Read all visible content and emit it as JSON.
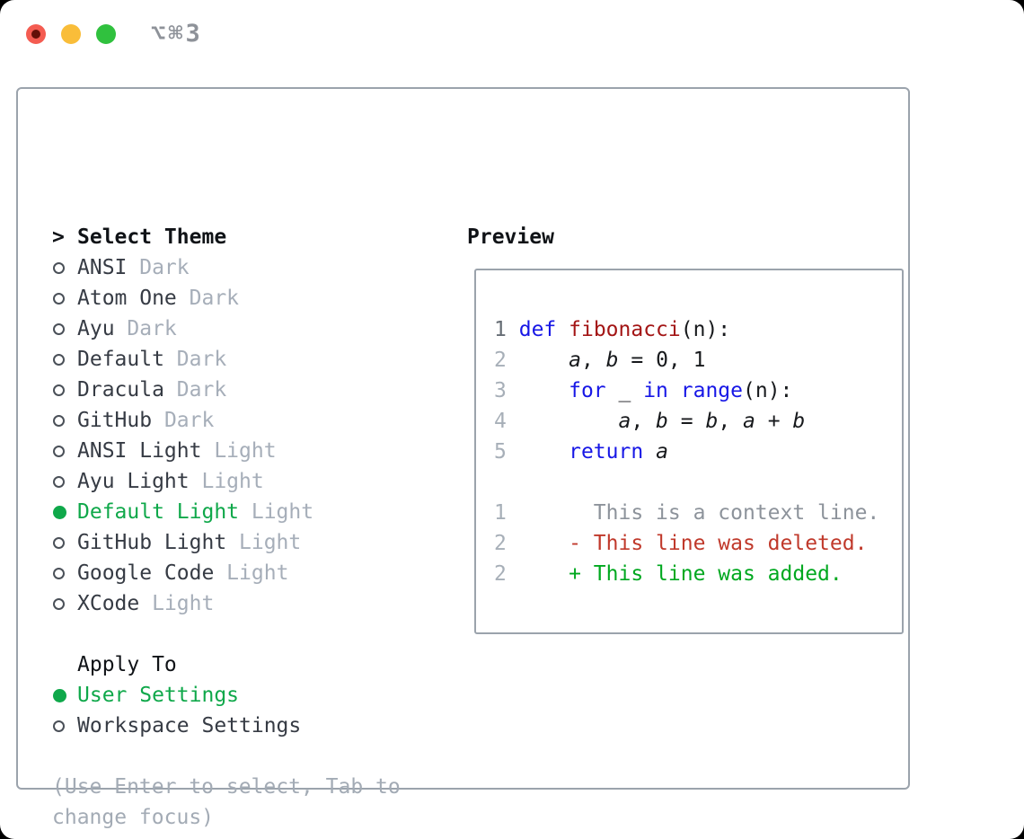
{
  "window": {
    "shortcut": "⌥⌘3",
    "traffic_lights": [
      "close",
      "minimize",
      "zoom"
    ]
  },
  "colors": {
    "accent_green": "#0fa84a",
    "text_dark": "#363b44",
    "text_black": "#101317",
    "muted_tag": "#a6aeb9",
    "hint_gray": "#a3abb5",
    "panel_border": "#9ba3ac",
    "code_keyword_blue": "#1717e6",
    "code_function_maroon": "#a31515",
    "code_text": "#17191c",
    "line_number": "#a7afb8",
    "line_number_active": "#666d75",
    "diff_context": "#8d939b",
    "diff_deleted_red": "#c0392b",
    "diff_added_green": "#00a81f",
    "traffic_red": "#f45c51",
    "traffic_yellow": "#f9bd39",
    "traffic_green": "#30c13e"
  },
  "theme_panel": {
    "header": {
      "marker": ">",
      "label": "Select Theme"
    },
    "themes": [
      {
        "name": "ANSI",
        "tag": "Dark",
        "selected": false
      },
      {
        "name": "Atom One",
        "tag": "Dark",
        "selected": false
      },
      {
        "name": "Ayu",
        "tag": "Dark",
        "selected": false
      },
      {
        "name": "Default",
        "tag": "Dark",
        "selected": false
      },
      {
        "name": "Dracula",
        "tag": "Dark",
        "selected": false
      },
      {
        "name": "GitHub",
        "tag": "Dark",
        "selected": false
      },
      {
        "name": "ANSI Light",
        "tag": "Light",
        "selected": false
      },
      {
        "name": "Ayu Light",
        "tag": "Light",
        "selected": false
      },
      {
        "name": "Default Light",
        "tag": "Light",
        "selected": true
      },
      {
        "name": "GitHub Light",
        "tag": "Light",
        "selected": false
      },
      {
        "name": "Google Code",
        "tag": "Light",
        "selected": false
      },
      {
        "name": "XCode",
        "tag": "Light",
        "selected": false
      }
    ],
    "apply_to": {
      "label": "Apply To",
      "options": [
        {
          "name": "User Settings",
          "selected": true
        },
        {
          "name": "Workspace Settings",
          "selected": false
        }
      ]
    },
    "hint_lines": [
      "(Use Enter to select, Tab to",
      "change focus)"
    ]
  },
  "preview": {
    "title": "Preview",
    "lines": [
      {
        "tokens": [
          {
            "t": "1",
            "c": "lnA"
          },
          {
            "t": " ",
            "c": "plain"
          },
          {
            "t": "def",
            "c": "kw"
          },
          {
            "t": " ",
            "c": "plain"
          },
          {
            "t": "fibonacci",
            "c": "fn"
          },
          {
            "t": "(n):",
            "c": "plain"
          }
        ]
      },
      {
        "tokens": [
          {
            "t": "2",
            "c": "ln"
          },
          {
            "t": "     ",
            "c": "plain"
          },
          {
            "t": "a",
            "c": "var"
          },
          {
            "t": ", ",
            "c": "plain"
          },
          {
            "t": "b",
            "c": "var"
          },
          {
            "t": " = 0, 1",
            "c": "plain"
          }
        ]
      },
      {
        "tokens": [
          {
            "t": "3",
            "c": "ln"
          },
          {
            "t": "     ",
            "c": "plain"
          },
          {
            "t": "for",
            "c": "kw"
          },
          {
            "t": " _ ",
            "c": "plain"
          },
          {
            "t": "in",
            "c": "kw"
          },
          {
            "t": " ",
            "c": "plain"
          },
          {
            "t": "range",
            "c": "kw"
          },
          {
            "t": "(n):",
            "c": "plain"
          }
        ]
      },
      {
        "tokens": [
          {
            "t": "4",
            "c": "ln"
          },
          {
            "t": "         ",
            "c": "plain"
          },
          {
            "t": "a",
            "c": "var"
          },
          {
            "t": ", ",
            "c": "plain"
          },
          {
            "t": "b",
            "c": "var"
          },
          {
            "t": " = ",
            "c": "plain"
          },
          {
            "t": "b",
            "c": "var"
          },
          {
            "t": ", ",
            "c": "plain"
          },
          {
            "t": "a",
            "c": "var"
          },
          {
            "t": " + ",
            "c": "plain"
          },
          {
            "t": "b",
            "c": "var"
          }
        ]
      },
      {
        "tokens": [
          {
            "t": "5",
            "c": "ln"
          },
          {
            "t": "     ",
            "c": "plain"
          },
          {
            "t": "return",
            "c": "kw"
          },
          {
            "t": " ",
            "c": "plain"
          },
          {
            "t": "a",
            "c": "var"
          }
        ]
      },
      {
        "tokens": []
      },
      {
        "tokens": [
          {
            "t": "1",
            "c": "ln"
          },
          {
            "t": "       ",
            "c": "plain"
          },
          {
            "t": "This is a context line.",
            "c": "ctx"
          }
        ]
      },
      {
        "tokens": [
          {
            "t": "2",
            "c": "ln"
          },
          {
            "t": "     ",
            "c": "plain"
          },
          {
            "t": "- This line was deleted.",
            "c": "del"
          }
        ]
      },
      {
        "tokens": [
          {
            "t": "2",
            "c": "ln"
          },
          {
            "t": "     ",
            "c": "plain"
          },
          {
            "t": "+ This line was added.",
            "c": "add"
          }
        ]
      }
    ]
  }
}
